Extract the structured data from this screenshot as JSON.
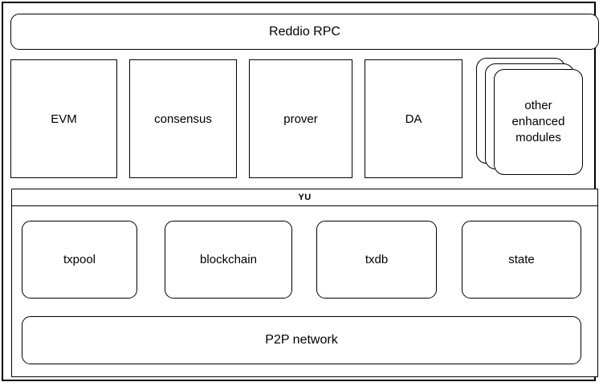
{
  "diagram": {
    "title": "Reddio / YU layered architecture",
    "background_color": "#ffffff",
    "stroke_color": "#000000"
  },
  "rpc_layer": {
    "label": "Reddio RPC"
  },
  "module_layer": {
    "modules": [
      {
        "label": "EVM"
      },
      {
        "label": "consensus"
      },
      {
        "label": "prover"
      },
      {
        "label": "DA"
      }
    ],
    "stack": {
      "label": "other\nenhanced\nmodules",
      "line1": "other",
      "line2": "enhanced",
      "line3": "modules",
      "card_count": 3
    }
  },
  "yu_layer": {
    "header_label": "YU",
    "services": [
      {
        "label": "txpool"
      },
      {
        "label": "blockchain"
      },
      {
        "label": "txdb"
      },
      {
        "label": "state"
      }
    ],
    "network": {
      "label": "P2P network"
    }
  }
}
